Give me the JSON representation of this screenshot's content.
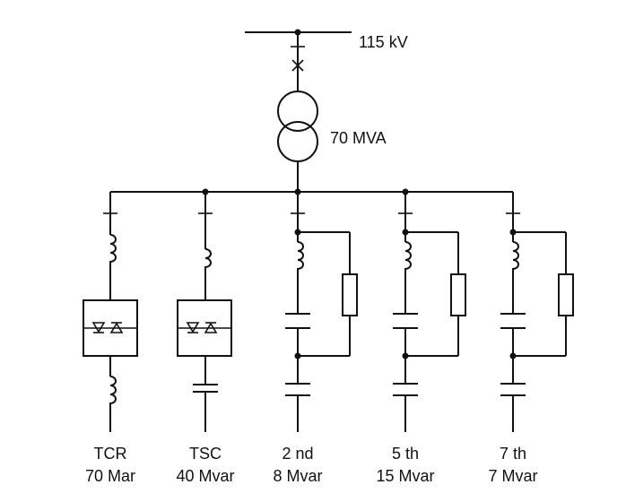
{
  "source": {
    "voltage": "115 kV"
  },
  "transformer": {
    "rating": "70 MVA"
  },
  "branches": [
    {
      "id": "tcr",
      "name": "TCR",
      "rating": "70 Mar"
    },
    {
      "id": "tsc",
      "name": "TSC",
      "rating": "40 Mvar"
    },
    {
      "id": "filter-2nd",
      "name": "2 nd",
      "rating": "8 Mvar"
    },
    {
      "id": "filter-5th",
      "name": "5 th",
      "rating": "15 Mvar"
    },
    {
      "id": "filter-7th",
      "name": "7 th",
      "rating": "7 Mvar"
    }
  ],
  "colors": {
    "line": "#111111",
    "background": "#ffffff"
  }
}
